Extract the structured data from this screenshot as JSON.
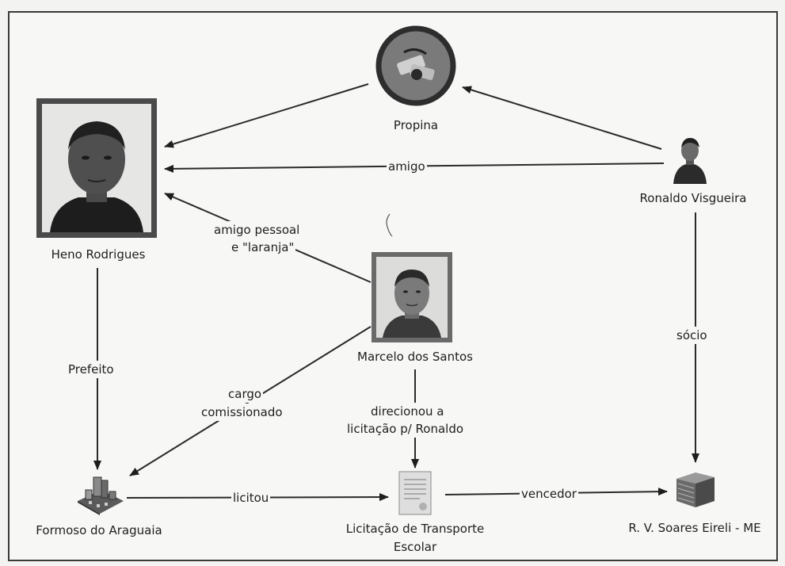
{
  "nodes": {
    "heno": {
      "label": "Heno Rodrigues"
    },
    "propina": {
      "label": "Propina"
    },
    "ronaldo": {
      "label": "Ronaldo Visgueira"
    },
    "marcelo": {
      "label": "Marcelo dos Santos"
    },
    "formoso": {
      "label": "Formoso do Araguaia"
    },
    "licitacao": {
      "label_line1": "Licitação de Transporte",
      "label_line2": "Escolar"
    },
    "empresa": {
      "label": "R. V. Soares Eireli - ME"
    }
  },
  "edges": {
    "amigo": "amigo",
    "amigo_pessoal_1": "amigo pessoal",
    "amigo_pessoal_2": "e \"laranja\"",
    "prefeito": "Prefeito",
    "cargo_1": "cargo",
    "cargo_2": "comissionado",
    "direcionou_1": "direcionou a",
    "direcionou_2": "licitação p/ Ronaldo",
    "socio": "sócio",
    "licitou": "licitou",
    "vencedor": "vencedor"
  },
  "icons": {
    "propina": "money-bribe-icon",
    "ronaldo": "person-icon",
    "formoso": "city-buildings-icon",
    "licitacao": "document-icon",
    "empresa": "server-building-icon"
  }
}
